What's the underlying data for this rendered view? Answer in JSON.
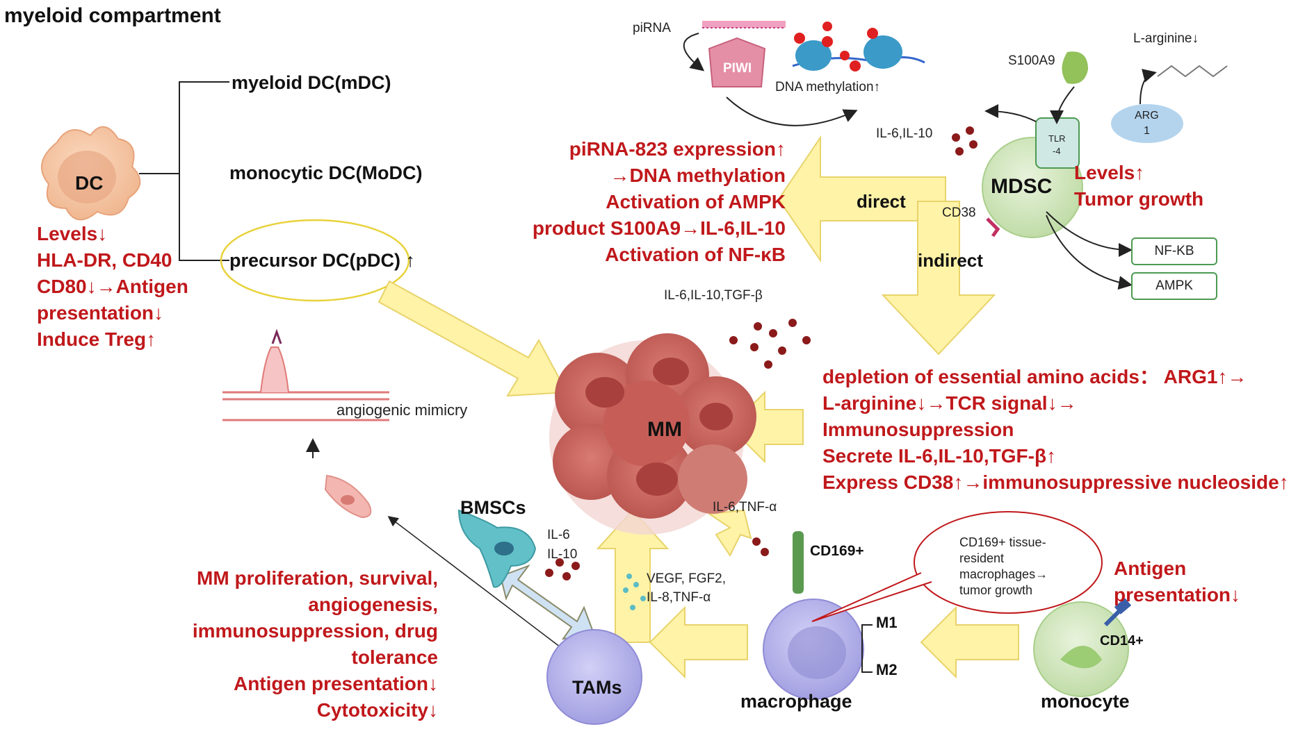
{
  "figure": {
    "title": "myeloid compartment"
  },
  "dc": {
    "label": "DC",
    "subtypes": [
      "myeloid DC(mDC)",
      "monocytic DC(MoDC)",
      "precursor DC(pDC) ↑"
    ],
    "effects": [
      "Levels↓",
      "HLA-DR, CD40",
      "CD80↓→Antigen",
      "presentation↓",
      "Induce Treg↑"
    ]
  },
  "pirna_panel": {
    "pirna_label": "piRNA",
    "piwi_label": "PIWI",
    "methylation_label": "DNA methylation↑"
  },
  "mdsc": {
    "label": "MDSC",
    "s100a9_label": "S100A9",
    "larginine_label": "L-arginine↓",
    "arg1_label": [
      "ARG",
      "1"
    ],
    "tlr4_label": [
      "TLR",
      "-4"
    ],
    "il_label": "IL-6,IL-10",
    "cd38_label": "CD38",
    "targets": [
      "NF-KB",
      "AMPK"
    ],
    "effects": [
      "Levels↑",
      "Tumor growth"
    ],
    "direct_label": "direct",
    "indirect_label": "indirect",
    "direct_effects": [
      "piRNA-823 expression↑",
      "→DNA methylation",
      "Activation of AMPK",
      "product S100A9→IL-6,IL-10",
      "Activation of NF-κB"
    ],
    "indirect_effects": [
      "depletion of essential amino acids： ARG1↑→",
      "L-arginine↓→TCR signal↓→",
      "Immunosuppression",
      "Secrete IL-6,IL-10,TGF-β↑",
      "Express CD38↑→immunosuppressive nucleoside↑"
    ],
    "cytokines_label": "IL-6,IL-10,TGF-β"
  },
  "mm": {
    "label": "MM",
    "angiogenic_label": "angiogenic mimicry"
  },
  "bmsc": {
    "label": "BMSCs",
    "cytokines": [
      "IL-6",
      "IL-10"
    ]
  },
  "tam": {
    "label": "TAMs",
    "secreted_label": [
      "VEGF, FGF2,",
      "IL-8,TNF-α"
    ],
    "cytokines_label": "IL-6,TNF-α",
    "effects": [
      "MM proliferation, survival,",
      "angiogenesis,",
      "immunosuppression, drug",
      "tolerance",
      "Antigen presentation↓",
      "Cytotoxicity↓"
    ]
  },
  "macrophage": {
    "label": "macrophage",
    "cd169_label": "CD169+",
    "callout": [
      "CD169+ tissue-",
      "resident",
      "macrophages→",
      "tumor growth"
    ],
    "m1_label": "M1",
    "m2_label": "M2"
  },
  "monocyte": {
    "label": "monocyte",
    "cd14_label": "CD14+",
    "effects": [
      "Antigen",
      "presentation↓"
    ]
  },
  "colors": {
    "red_text": "#c0181b",
    "yellow_arrow": "#fff3a8",
    "arrow_outline": "#e8d36a",
    "mm_cell": "#c7625c",
    "mdsc_cell": "#d5e9c1",
    "tam_cell": "#b9b7ec",
    "dc_cell": "#f6c9a6"
  }
}
